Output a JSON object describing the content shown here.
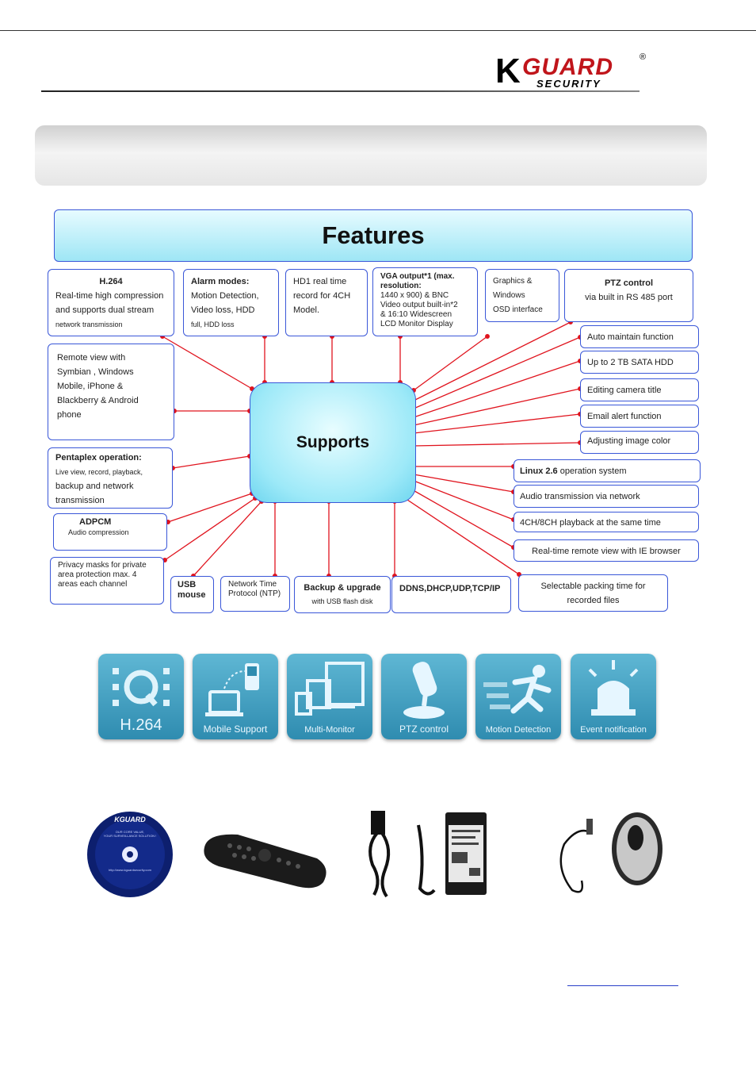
{
  "logo": {
    "k": "K",
    "guard": "GUARD",
    "security": "SECURITY",
    "reg": "®"
  },
  "features": {
    "title": "Features",
    "center": "Supports"
  },
  "boxes": {
    "h264": {
      "title": "H.264",
      "l1": "Real-time high compression",
      "l2": "and supports dual stream",
      "l3": "network transmission"
    },
    "alarm": {
      "title": "Alarm modes:",
      "l1": "Motion Detection,",
      "l2": "Video loss, HDD",
      "l3": "full, HDD loss"
    },
    "hd1": {
      "l1": "HD1 real time",
      "l2": "record for 4CH",
      "l3": "Model."
    },
    "vga": {
      "title": "VGA output*1 (max. resolution:",
      "l1": "1440 x 900) & BNC",
      "l2": "Video output built-in*2",
      "l3": "& 16:10 Widescreen",
      "l4": "LCD Monitor Display"
    },
    "graphics": {
      "l1": "Graphics &",
      "l2": "Windows",
      "l3": "OSD interface"
    },
    "ptz": {
      "title": "PTZ control",
      "l1": "via built in RS 485 port"
    },
    "remote": {
      "l1": "Remote view with",
      "l2": "Symbian , Windows",
      "l3": "Mobile, iPhone &",
      "l4": "Blackberry & Android",
      "l5": "phone"
    },
    "pentaplex": {
      "title": "Pentaplex operation:",
      "l1": "Live view, record, playback,",
      "l2": "backup and network",
      "l3": "transmission"
    },
    "adpcm": {
      "title": "ADPCM",
      "l1": "Audio compression"
    },
    "privacy": {
      "l1": "Privacy masks for private",
      "l2": "area protection max. 4",
      "l3": "areas each channel"
    },
    "usb": {
      "l1": "USB",
      "l2": "mouse"
    },
    "ntp": {
      "l1": "Network Time",
      "l2": "Protocol (NTP)"
    },
    "backup": {
      "title": "Backup & upgrade",
      "l1": "with USB flash disk"
    },
    "ddns": {
      "title": "DDNS,DHCP,UDP,TCP/IP"
    },
    "packing": {
      "l1": "Selectable packing time for",
      "l2": "recorded files"
    },
    "auto": "Auto maintain function",
    "hdd": "Up to 2 TB SATA HDD",
    "editing": "Editing camera title",
    "email": "Email alert function",
    "adjust": "Adjusting image color",
    "linux": {
      "bold": "Linux 2.6",
      "rest": " operation system"
    },
    "audio": "Audio transmission via network",
    "playback": "4CH/8CH playback at the same time",
    "ie": "Real-time remote view with IE browser"
  },
  "icons": [
    {
      "label": "H.264",
      "icon": "quicktime-icon"
    },
    {
      "label": "Mobile Support",
      "icon": "mobile-laptop-icon"
    },
    {
      "label": "Multi-Monitor",
      "icon": "monitors-icon"
    },
    {
      "label": "PTZ control",
      "icon": "joystick-icon"
    },
    {
      "label": "Motion Detection",
      "icon": "running-man-icon"
    },
    {
      "label": "Event notification",
      "icon": "alarm-light-icon"
    }
  ],
  "accessories": {
    "cd": {
      "brand": "KGUARD",
      "l1": "OUR CORE VALUE,",
      "l2": "YOUR SURVEILLANCE SOLUTION !",
      "url": "http://www.kguardsecurity.com"
    }
  },
  "colors": {
    "accent": "#3a57d8",
    "line": "#e0141e",
    "brand_red": "#c0151b",
    "tile": "#2f8cb0"
  }
}
